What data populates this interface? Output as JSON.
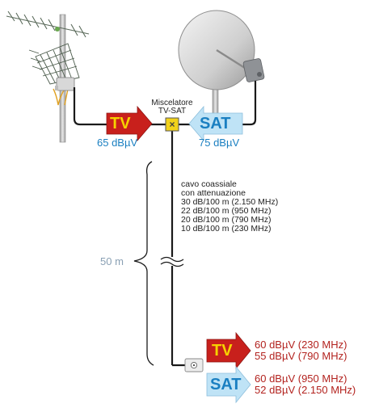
{
  "mixer": {
    "line1": "Miscelatore",
    "line2": "TV-SAT",
    "mark": "×"
  },
  "tv_input": {
    "label": "TV",
    "level": "65 dBµV"
  },
  "sat_input": {
    "label": "SAT",
    "level": "75 dBµV"
  },
  "cable": {
    "title1": "cavo coassiale",
    "title2": "con attenuazione",
    "attenuations": [
      "30 dB/100 m (2.150 MHz)",
      "22 dB/100 m (950 MHz)",
      "20 dB/100 m (790 MHz)",
      "10 dB/100 m (230 MHz)"
    ],
    "length": "50 m"
  },
  "tv_output": {
    "label": "TV",
    "line1": "60  dBµV  (230  MHz)",
    "line2": "55 dBµV (790 MHz)"
  },
  "sat_output": {
    "label": "SAT",
    "line1": "60 dBµV (950 MHz)",
    "line2": "52 dBµV (2.150 MHz)"
  },
  "colors": {
    "tv_red": "#c8201c",
    "sat_blue": "#bfe3f6",
    "text_red": "#b3231f",
    "text_blue": "#1a7fc1",
    "mixer_yellow": "#f2d21b"
  }
}
